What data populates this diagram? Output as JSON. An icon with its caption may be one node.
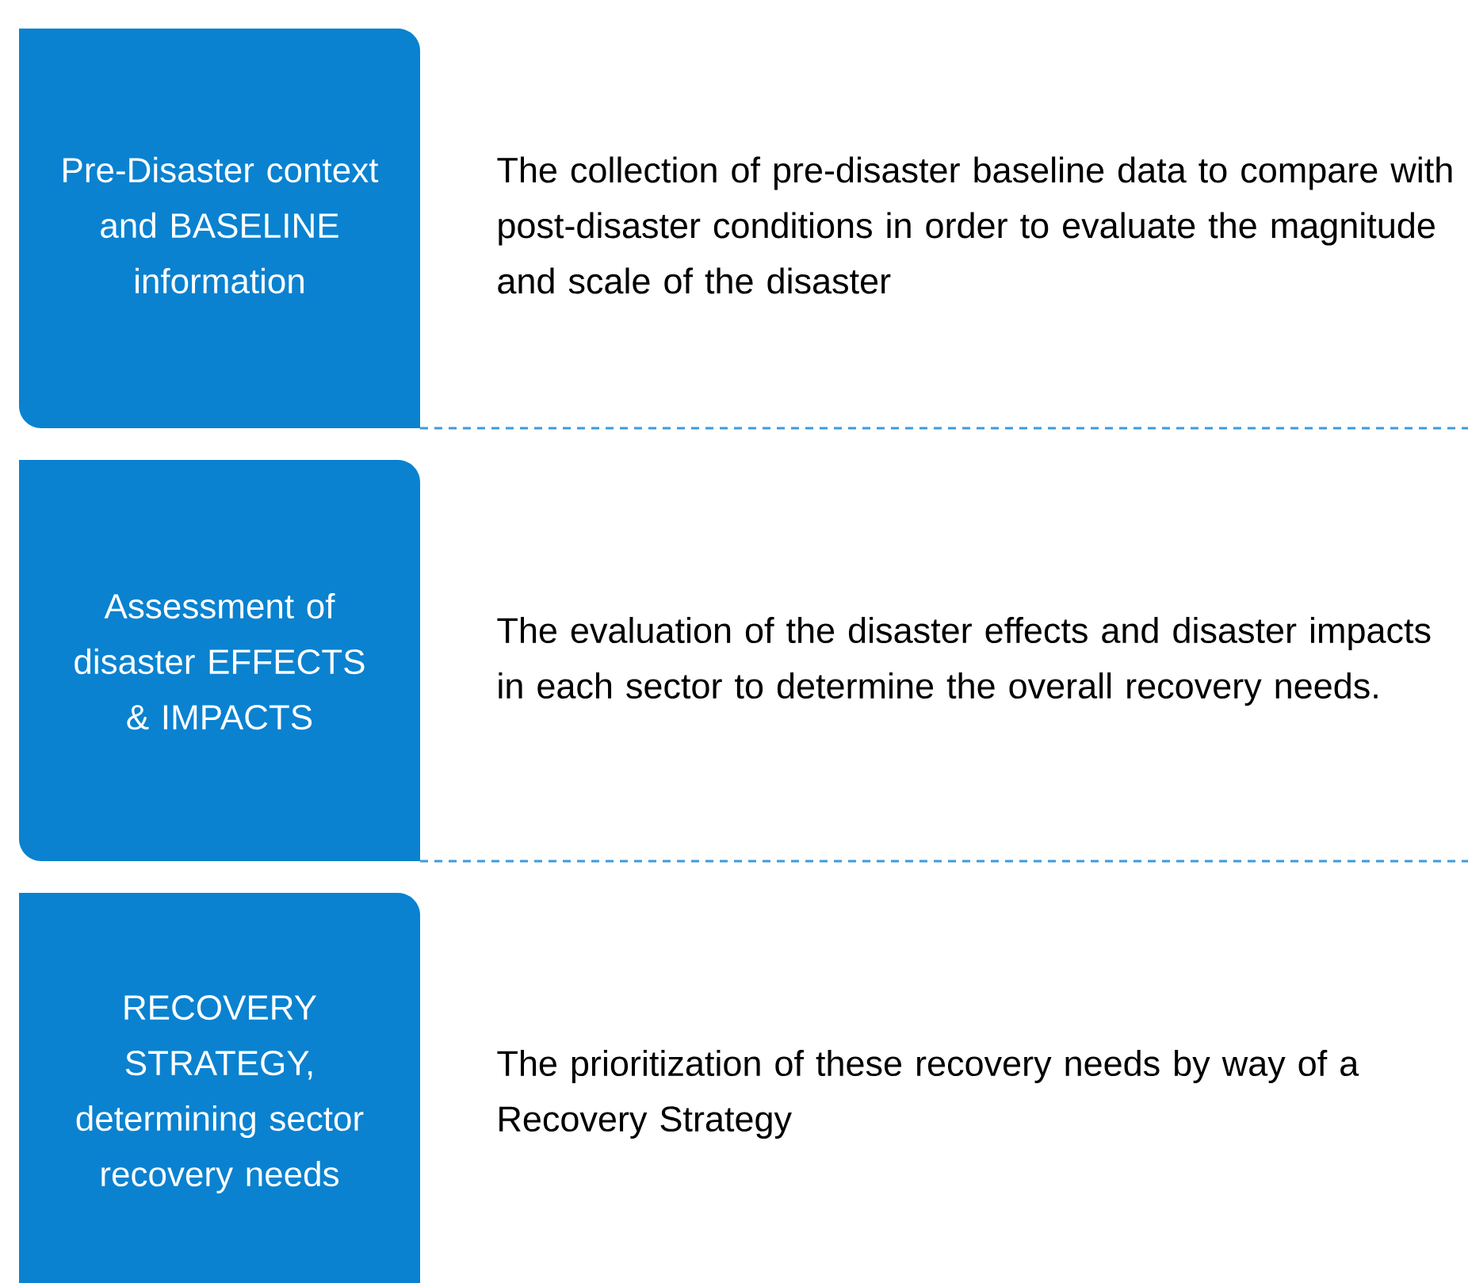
{
  "diagram": {
    "nodes": [
      {
        "text": [
          "Pre-Disaster context and BASELINE information"
        ],
        "beside": [
          "The collection of pre-disaster baseline data to compare with post-disaster conditions in order to evaluate the magnitude and scale of the disaster"
        ]
      },
      {
        "text": [
          "Assessment of disaster EFFECTS & IMPACTS"
        ],
        "beside": [
          "The evaluation of the disaster effects and disaster impacts in each sector to determine the overall recovery needs."
        ]
      },
      {
        "text": [
          "RECOVERY STRATEGY, determining sector recovery needs"
        ],
        "beside": [
          "The prioritization of these recovery needs by way of a Recovery Strategy"
        ]
      }
    ]
  }
}
